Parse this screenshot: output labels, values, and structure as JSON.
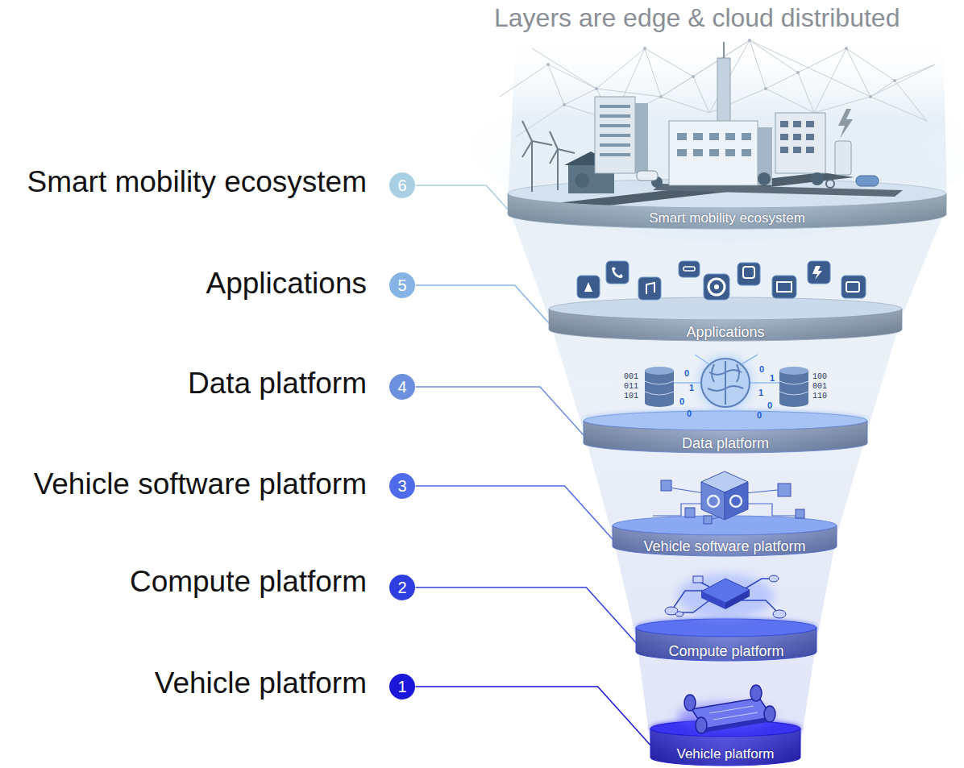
{
  "diagram": {
    "title": "Layers are edge & cloud distributed",
    "nodes": [
      {
        "text": [
          "6"
        ]
      },
      {
        "text": [
          "Smart mobility ecosystem"
        ]
      },
      {
        "text": [
          "5"
        ]
      },
      {
        "text": [
          "Applications"
        ]
      },
      {
        "text": [
          "4"
        ]
      },
      {
        "text": [
          "Data platform"
        ]
      },
      {
        "text": [
          "3"
        ]
      },
      {
        "text": [
          "Vehicle software platform"
        ]
      },
      {
        "text": [
          "2"
        ]
      },
      {
        "text": [
          "Compute platform"
        ]
      },
      {
        "text": [
          "1"
        ]
      },
      {
        "text": [
          "Vehicle platform"
        ]
      }
    ],
    "edges": [
      {
        "from": 0,
        "to": 1,
        "arrow": "none"
      },
      {
        "from": 2,
        "to": 3,
        "arrow": "none"
      },
      {
        "from": 4,
        "to": 5,
        "arrow": "none"
      },
      {
        "from": 6,
        "to": 7,
        "arrow": "none"
      },
      {
        "from": 8,
        "to": 9,
        "arrow": "none"
      },
      {
        "from": 10,
        "to": 11,
        "arrow": "none"
      }
    ],
    "labels": [
      "Smart mobility ecosystem",
      "Applications",
      "Data platform",
      "Vehicle software platform",
      "Compute platform",
      "Vehicle platform",
      "001",
      "011",
      "101",
      "100",
      "001",
      "110",
      "0",
      "1",
      "0",
      "0",
      "0",
      "1",
      "1",
      "0",
      "0"
    ]
  }
}
